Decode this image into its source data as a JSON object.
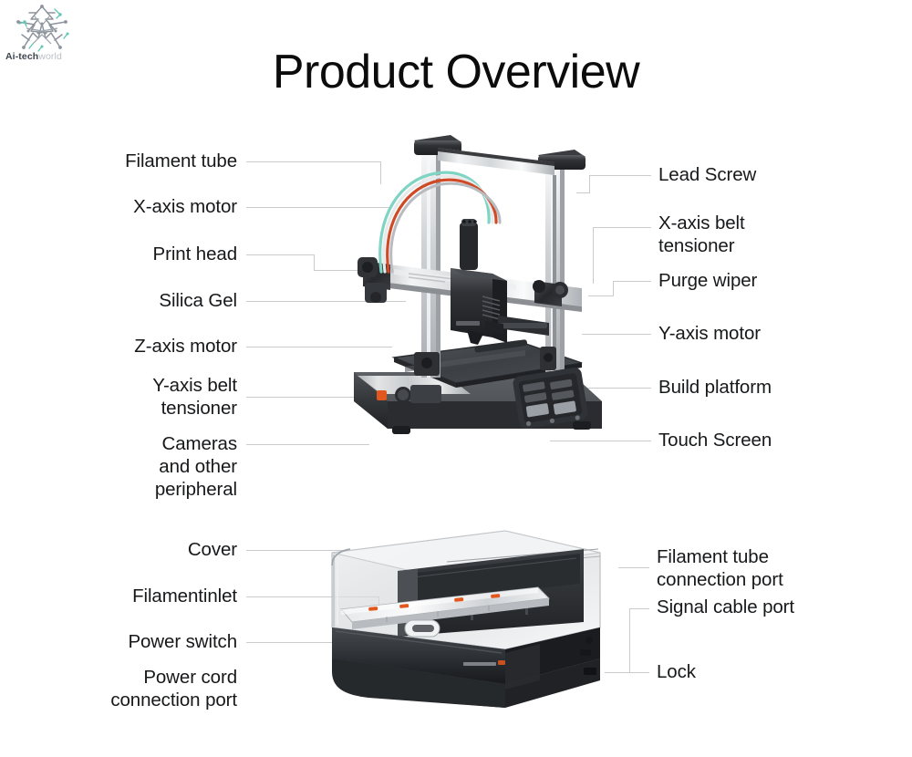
{
  "brand": {
    "logo_icon": "circuit-star-logo",
    "wordmark_bold": "Ai-tech",
    "wordmark_light": "world"
  },
  "page": {
    "title": "Product Overview",
    "background_color": "#ffffff",
    "text_color": "#17181a",
    "leader_line_color": "#c9cbcd",
    "accent_color": "#e2571e"
  },
  "sections": [
    {
      "name": "printer-diagram",
      "product_icon": "fdm-3d-printer",
      "left_callouts": [
        {
          "label": "Filament tube"
        },
        {
          "label": "X-axis motor"
        },
        {
          "label": "Print head"
        },
        {
          "label": "Silica Gel"
        },
        {
          "label": "Z-axis motor"
        },
        {
          "label": "Y-axis belt\ntensioner"
        },
        {
          "label": "Cameras\nand other\nperipheral"
        }
      ],
      "right_callouts": [
        {
          "label": "Lead Screw"
        },
        {
          "label": "X-axis belt\ntensioner"
        },
        {
          "label": "Purge wiper"
        },
        {
          "label": "Y-axis motor"
        },
        {
          "label": "Build platform"
        },
        {
          "label": "Touch Screen"
        }
      ]
    },
    {
      "name": "dryer-diagram",
      "product_icon": "filament-dryer-box",
      "left_callouts": [
        {
          "label": "Cover"
        },
        {
          "label": "Filamentinlet"
        },
        {
          "label": "Power switch"
        },
        {
          "label": "Power cord\nconnection port"
        }
      ],
      "right_callouts": [
        {
          "label": "Filament tube\nconnection port"
        },
        {
          "label": "Signal cable port"
        },
        {
          "label": "Lock"
        }
      ]
    }
  ]
}
